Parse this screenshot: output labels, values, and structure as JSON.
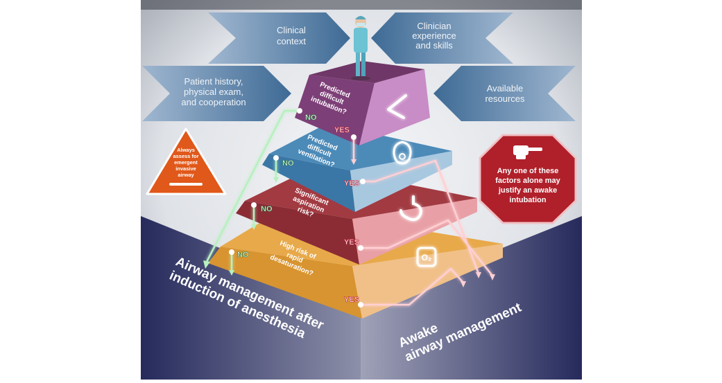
{
  "top_inputs": {
    "clinical_context": [
      "Clinical",
      "context"
    ],
    "clinician_experience": [
      "Clinician",
      "experience",
      "and skills"
    ],
    "patient_history": [
      "Patient history,",
      "physical exam,",
      "and cooperation"
    ],
    "available_resources": [
      "Available",
      "resources"
    ]
  },
  "pyramid_levels": [
    {
      "question": [
        "Predicted",
        "difficult",
        "intubation?"
      ],
      "yes": "YES",
      "no": "NO",
      "icon": "laryngoscope-icon",
      "color": "#8f4e86"
    },
    {
      "question": [
        "Predicted",
        "difficult",
        "ventilation?"
      ],
      "yes": "YES",
      "no": "NO",
      "icon": "face-mask-icon",
      "color": "#3f79a8"
    },
    {
      "question": [
        "Significant",
        "aspiration",
        "risk?"
      ],
      "yes": "YES",
      "no": "NO",
      "icon": "stomach-icon",
      "color": "#8e2f36"
    },
    {
      "question": [
        "High risk of",
        "rapid",
        "desaturation?"
      ],
      "yes": "YES",
      "no": "NO",
      "icon": "oxygen-icon",
      "color": "#d9962e"
    }
  ],
  "warning_triangle": [
    "Always",
    "assess for",
    "emergent",
    "invasive",
    "airway"
  ],
  "stop_sign": [
    "Any one of these",
    "factors alone may",
    "justify an awake",
    "intubation"
  ],
  "bottom_left_label": [
    "Airway management after",
    "induction of anesthesia"
  ],
  "bottom_right_label": [
    "Awake",
    "airway management"
  ],
  "colors": {
    "background": "#e4e6ea",
    "band_dark": "#2a2d5e",
    "stop_red": "#b0202a",
    "warning_orange": "#e0581a",
    "yes_red": "#c0172c",
    "no_green": "#2aa84a"
  }
}
